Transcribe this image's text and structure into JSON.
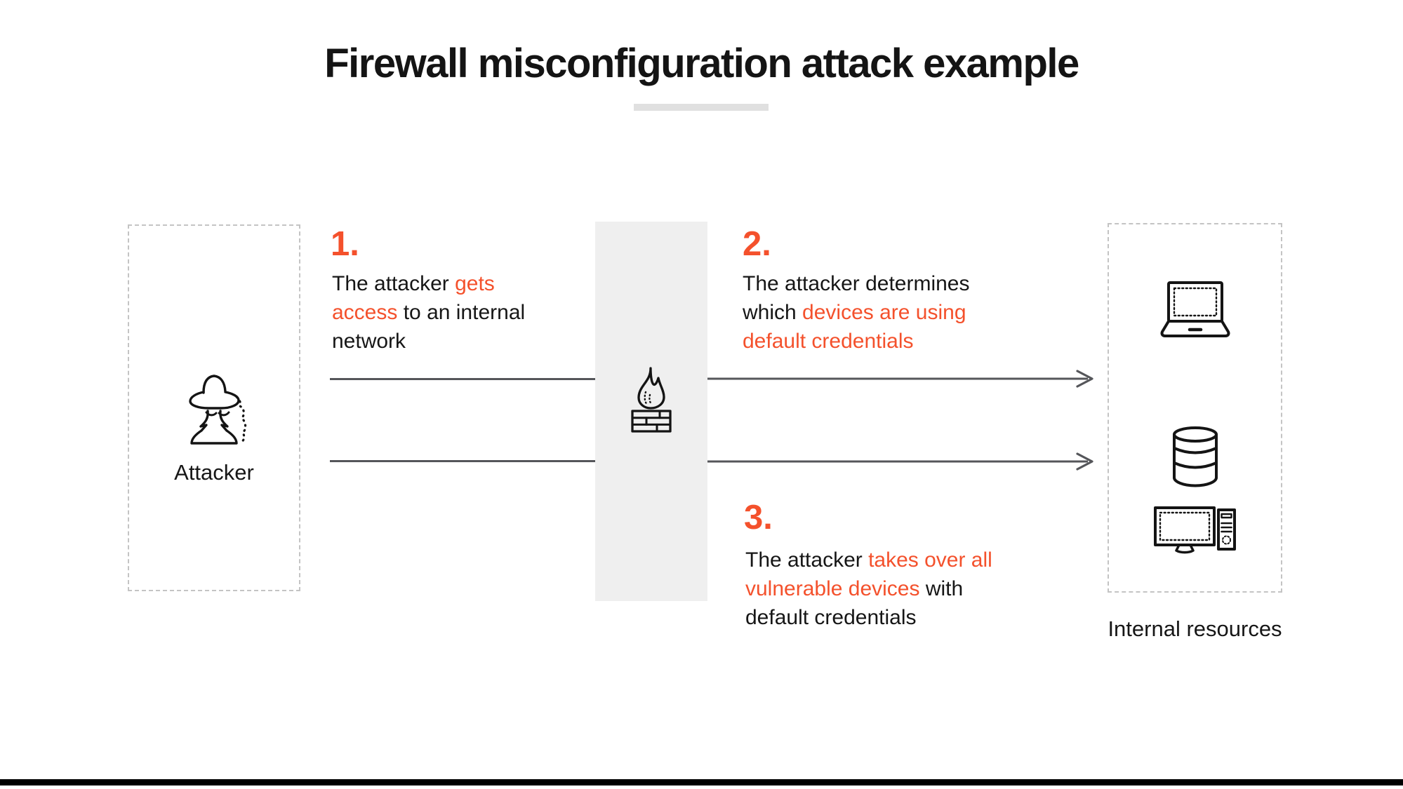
{
  "title": "Firewall misconfiguration attack example",
  "colors": {
    "accent": "#f4512c",
    "text": "#161616",
    "arrow": "#55565a",
    "firewall_band": "#efefef",
    "dashed_border": "#c4c4c4",
    "title_underline": "#e0e0e0",
    "footer_bar": "#000000"
  },
  "attacker": {
    "label": "Attacker",
    "icon": "spy-icon"
  },
  "firewall": {
    "icon": "firewall-icon"
  },
  "internal_resources": {
    "label": "Internal resources",
    "icons": [
      "laptop-icon",
      "database-icon",
      "desktop-pc-icon"
    ]
  },
  "steps": [
    {
      "number": "1.",
      "full_text": "The attacker gets access to an internal network",
      "lines": [
        [
          {
            "t": "The attacker ",
            "o": false
          },
          {
            "t": "gets",
            "o": true
          }
        ],
        [
          {
            "t": "access",
            "o": true
          },
          {
            "t": " to an internal",
            "o": false
          }
        ],
        [
          {
            "t": "network",
            "o": false
          }
        ]
      ]
    },
    {
      "number": "2.",
      "full_text": "The attacker determines which devices are using default credentials",
      "lines": [
        [
          {
            "t": "The attacker determines",
            "o": false
          }
        ],
        [
          {
            "t": "which ",
            "o": false
          },
          {
            "t": "devices are using",
            "o": true
          }
        ],
        [
          {
            "t": "default credentials",
            "o": true
          }
        ]
      ]
    },
    {
      "number": "3.",
      "full_text": "The attacker takes over all vulnerable devices with default credentials",
      "lines": [
        [
          {
            "t": "The attacker ",
            "o": false
          },
          {
            "t": "takes over all",
            "o": true
          }
        ],
        [
          {
            "t": "vulnerable devices",
            "o": true
          },
          {
            "t": " with",
            "o": false
          }
        ],
        [
          {
            "t": "default credentials",
            "o": false
          }
        ]
      ]
    }
  ]
}
